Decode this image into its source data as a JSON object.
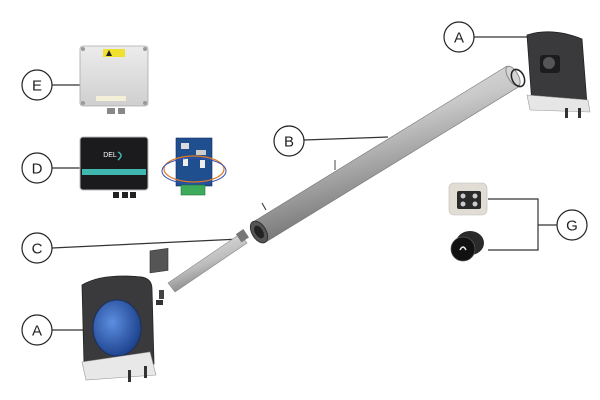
{
  "labels": {
    "bracket_bottom": "A",
    "bracket_top": "A",
    "tube": "B",
    "motor": "C",
    "control_box": "D",
    "junction_box": "E",
    "controls": "G"
  },
  "logo_text": "DEL",
  "colors": {
    "bracket_blue": "#2f62b8",
    "bracket_dark": "#3a3a3c",
    "teal_band": "#3fb8b0",
    "pcb_blue": "#1f4f8f",
    "terminal_green": "#3daa5c",
    "warning_yellow": "#f0e030"
  }
}
